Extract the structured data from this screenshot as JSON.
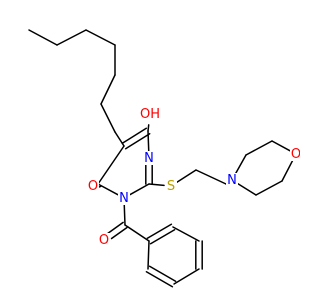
{
  "structure": {
    "atoms": [
      {
        "id": "c1",
        "label": "",
        "color": "#000000"
      },
      {
        "id": "c2",
        "label": "",
        "color": "#000000"
      },
      {
        "id": "c3",
        "label": "",
        "color": "#000000"
      },
      {
        "id": "c4",
        "label": "",
        "color": "#000000"
      },
      {
        "id": "c5",
        "label": "",
        "color": "#000000"
      },
      {
        "id": "c6",
        "label": "",
        "color": "#000000"
      },
      {
        "id": "c7",
        "label": "",
        "color": "#000000"
      },
      {
        "id": "r1",
        "label": "",
        "color": "#000000"
      },
      {
        "id": "r2",
        "label": "",
        "color": "#000000"
      },
      {
        "id": "n1",
        "label": "N",
        "color": "#0000ff"
      },
      {
        "id": "r3",
        "label": "",
        "color": "#000000"
      },
      {
        "id": "n2",
        "label": "N",
        "color": "#0000ff"
      },
      {
        "id": "r4",
        "label": "",
        "color": "#000000"
      },
      {
        "id": "oh",
        "label": "OH",
        "color": "#ff0000"
      },
      {
        "id": "o1",
        "label": "O",
        "color": "#ff0000"
      },
      {
        "id": "s",
        "label": "S",
        "color": "#b8a000"
      },
      {
        "id": "e1",
        "label": "",
        "color": "#000000"
      },
      {
        "id": "e2",
        "label": "",
        "color": "#000000"
      },
      {
        "id": "n3",
        "label": "N",
        "color": "#0000ff"
      },
      {
        "id": "m1",
        "label": "",
        "color": "#000000"
      },
      {
        "id": "m2",
        "label": "",
        "color": "#000000"
      },
      {
        "id": "o2",
        "label": "O",
        "color": "#ff0000"
      },
      {
        "id": "m3",
        "label": "",
        "color": "#000000"
      },
      {
        "id": "m4",
        "label": "",
        "color": "#000000"
      },
      {
        "id": "cb",
        "label": "",
        "color": "#000000"
      },
      {
        "id": "o3",
        "label": "O",
        "color": "#ff0000"
      },
      {
        "id": "p1",
        "label": "",
        "color": "#000000"
      },
      {
        "id": "p2",
        "label": "",
        "color": "#000000"
      },
      {
        "id": "p3",
        "label": "",
        "color": "#000000"
      },
      {
        "id": "p4",
        "label": "",
        "color": "#000000"
      },
      {
        "id": "p5",
        "label": "",
        "color": "#000000"
      },
      {
        "id": "p6",
        "label": "",
        "color": "#000000"
      }
    ],
    "bonds": [
      {
        "a": "c1",
        "b": "c2",
        "order": 1
      },
      {
        "a": "c2",
        "b": "c3",
        "order": 1
      },
      {
        "a": "c3",
        "b": "c4",
        "order": 1
      },
      {
        "a": "c4",
        "b": "c5",
        "order": 1
      },
      {
        "a": "c5",
        "b": "c6",
        "order": 1
      },
      {
        "a": "c6",
        "b": "c7",
        "order": 1
      },
      {
        "a": "c7",
        "b": "r1",
        "order": 1
      },
      {
        "a": "r1",
        "b": "r4",
        "order": 2
      },
      {
        "a": "r4",
        "b": "n2",
        "order": 1
      },
      {
        "a": "n2",
        "b": "r3",
        "order": 2
      },
      {
        "a": "r3",
        "b": "n1",
        "order": 1
      },
      {
        "a": "n1",
        "b": "r2",
        "order": 1
      },
      {
        "a": "r2",
        "b": "r1",
        "order": 1
      },
      {
        "a": "r4",
        "b": "oh",
        "order": 1
      },
      {
        "a": "r2",
        "b": "o1",
        "order": 2
      },
      {
        "a": "r3",
        "b": "s",
        "order": 1
      },
      {
        "a": "s",
        "b": "e1",
        "order": 1
      },
      {
        "a": "e1",
        "b": "e2",
        "order": 1
      },
      {
        "a": "e2",
        "b": "n3",
        "order": 1
      },
      {
        "a": "n3",
        "b": "m1",
        "order": 1
      },
      {
        "a": "m1",
        "b": "m2",
        "order": 1
      },
      {
        "a": "m2",
        "b": "o2",
        "order": 1
      },
      {
        "a": "o2",
        "b": "m3",
        "order": 1
      },
      {
        "a": "m3",
        "b": "m4",
        "order": 1
      },
      {
        "a": "m4",
        "b": "n3",
        "order": 1
      },
      {
        "a": "n1",
        "b": "cb",
        "order": 1
      },
      {
        "a": "cb",
        "b": "o3",
        "order": 2
      },
      {
        "a": "cb",
        "b": "p1",
        "order": 1
      },
      {
        "a": "p1",
        "b": "p2",
        "order": 2
      },
      {
        "a": "p2",
        "b": "p3",
        "order": 1
      },
      {
        "a": "p3",
        "b": "p4",
        "order": 2
      },
      {
        "a": "p4",
        "b": "p5",
        "order": 1
      },
      {
        "a": "p5",
        "b": "p6",
        "order": 2
      },
      {
        "a": "p6",
        "b": "p1",
        "order": 1
      }
    ]
  }
}
